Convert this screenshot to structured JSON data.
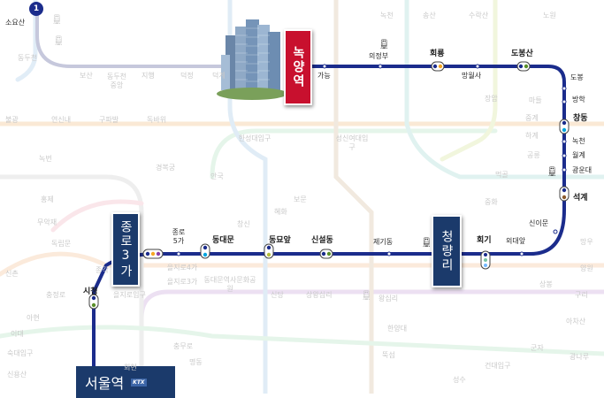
{
  "line_badge": "1",
  "main_line": {
    "color": "#1b2c8c",
    "stations": [
      {
        "id": "soyosan",
        "name": "소요산"
      },
      {
        "id": "dongducheon",
        "name": "동두천"
      },
      {
        "id": "bosan",
        "name": "보산"
      },
      {
        "id": "dongducheon_jungang",
        "name": "동두천\n중앙"
      },
      {
        "id": "jihaeng",
        "name": "지행"
      },
      {
        "id": "deokjeong",
        "name": "덕정"
      },
      {
        "id": "deokgye",
        "name": "덕계"
      },
      {
        "id": "ganeung",
        "name": "가능"
      },
      {
        "id": "uijeongbu",
        "name": "의정부"
      },
      {
        "id": "hoeryong",
        "name": "회룡"
      },
      {
        "id": "mangwolsa",
        "name": "망월사"
      },
      {
        "id": "dobongsan",
        "name": "도봉산"
      },
      {
        "id": "dobong",
        "name": "도봉"
      },
      {
        "id": "banghak",
        "name": "방학"
      },
      {
        "id": "changdong",
        "name": "창동"
      },
      {
        "id": "nokcheon",
        "name": "녹천"
      },
      {
        "id": "wolgye",
        "name": "월계"
      },
      {
        "id": "kwangwoon",
        "name": "광운대"
      },
      {
        "id": "seokgye",
        "name": "석계"
      },
      {
        "id": "sinimun",
        "name": "신이문"
      },
      {
        "id": "oedae",
        "name": "외대앞"
      },
      {
        "id": "hoegi",
        "name": "회기"
      },
      {
        "id": "jegi",
        "name": "제기동"
      },
      {
        "id": "sinseol",
        "name": "신설동"
      },
      {
        "id": "dongmyo",
        "name": "동묘앞"
      },
      {
        "id": "dongdaemun",
        "name": "동대문"
      },
      {
        "id": "jongno5",
        "name": "종로\n5가"
      },
      {
        "id": "jonggak",
        "name": "종각"
      },
      {
        "id": "sicheong",
        "name": "시청"
      }
    ]
  },
  "highlights": {
    "nokyang": "녹양역",
    "jongno3": "종로3가",
    "cheongnyangni": "청량리",
    "seoul": "서울역",
    "ktx": "KTX"
  },
  "background_labels": {
    "top": [
      "녹천",
      "송산",
      "장암",
      "수락산",
      "마들",
      "노원",
      "중계",
      "하계",
      "공릉",
      "먹골",
      "중화",
      "상봉",
      "망우",
      "양원",
      "구리"
    ],
    "mid": [
      "불광",
      "연신내",
      "구파발",
      "독바위",
      "녹번",
      "홍제",
      "무악재",
      "독립문",
      "경복궁",
      "안국",
      "혜화",
      "한성대입구",
      "성신여대입구",
      "보문",
      "창신"
    ],
    "bottom": [
      "을지로입구",
      "을지로3가",
      "을지로4가",
      "동대문역사문화공원",
      "신당",
      "상왕십리",
      "왕십리",
      "한양대",
      "뚝섬",
      "성수",
      "건대입구",
      "충무로",
      "명동",
      "회현",
      "숙대입구",
      "신용산",
      "충정로",
      "아현",
      "이대",
      "신촌",
      "군자",
      "아차산",
      "광나루"
    ]
  }
}
